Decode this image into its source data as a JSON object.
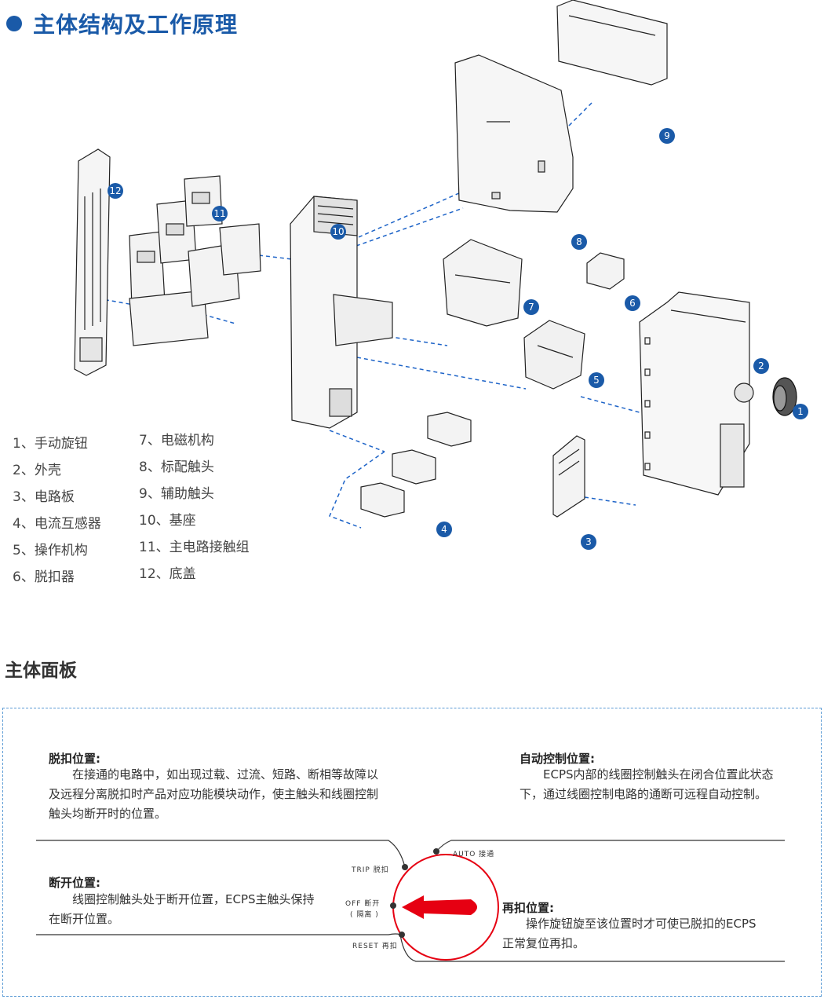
{
  "title": "主体结构及工作原理",
  "section2_title": "主体面板",
  "badges": [
    "1",
    "2",
    "3",
    "4",
    "5",
    "6",
    "7",
    "8",
    "9",
    "10",
    "11",
    "12"
  ],
  "legend": [
    "1、手动旋钮",
    "2、外壳",
    "3、电路板",
    "4、电流互感器",
    "5、操作机构",
    "6、脱扣器",
    "7、电磁机构",
    "8、标配触头",
    "9、辅助触头",
    "10、基座",
    "11、主电路接触组",
    "12、底盖"
  ],
  "panel": {
    "trip_title": "脱扣位置:",
    "trip_body": "在接通的电路中，如出现过载、过流、短路、断相等故障以及远程分离脱扣时产品对应功能模块动作，使主触头和线圈控制触头均断开时的位置。",
    "auto_title": "自动控制位置:",
    "auto_body": "ECPS内部的线圈控制触头在闭合位置此状态下，通过线圈控制电路的通断可远程自动控制。",
    "off_title": "断开位置:",
    "off_body": "线圈控制触头处于断开位置，ECPS主触头保持在断开位置。",
    "reset_title": "再扣位置:",
    "reset_body": "操作旋钮旋至该位置时才可使已脱扣的ECPS正常复位再扣。",
    "dial_auto": "AUTO 接通",
    "dial_trip": "TRIP 脱扣",
    "dial_off": "OFF 断开",
    "dial_isolate": "( 隔离 )",
    "dial_reset": "RESET 再扣"
  },
  "colors": {
    "brand_blue": "#1a5aa8",
    "dash_blue": "#1e64c8",
    "dial_red": "#e60012"
  }
}
